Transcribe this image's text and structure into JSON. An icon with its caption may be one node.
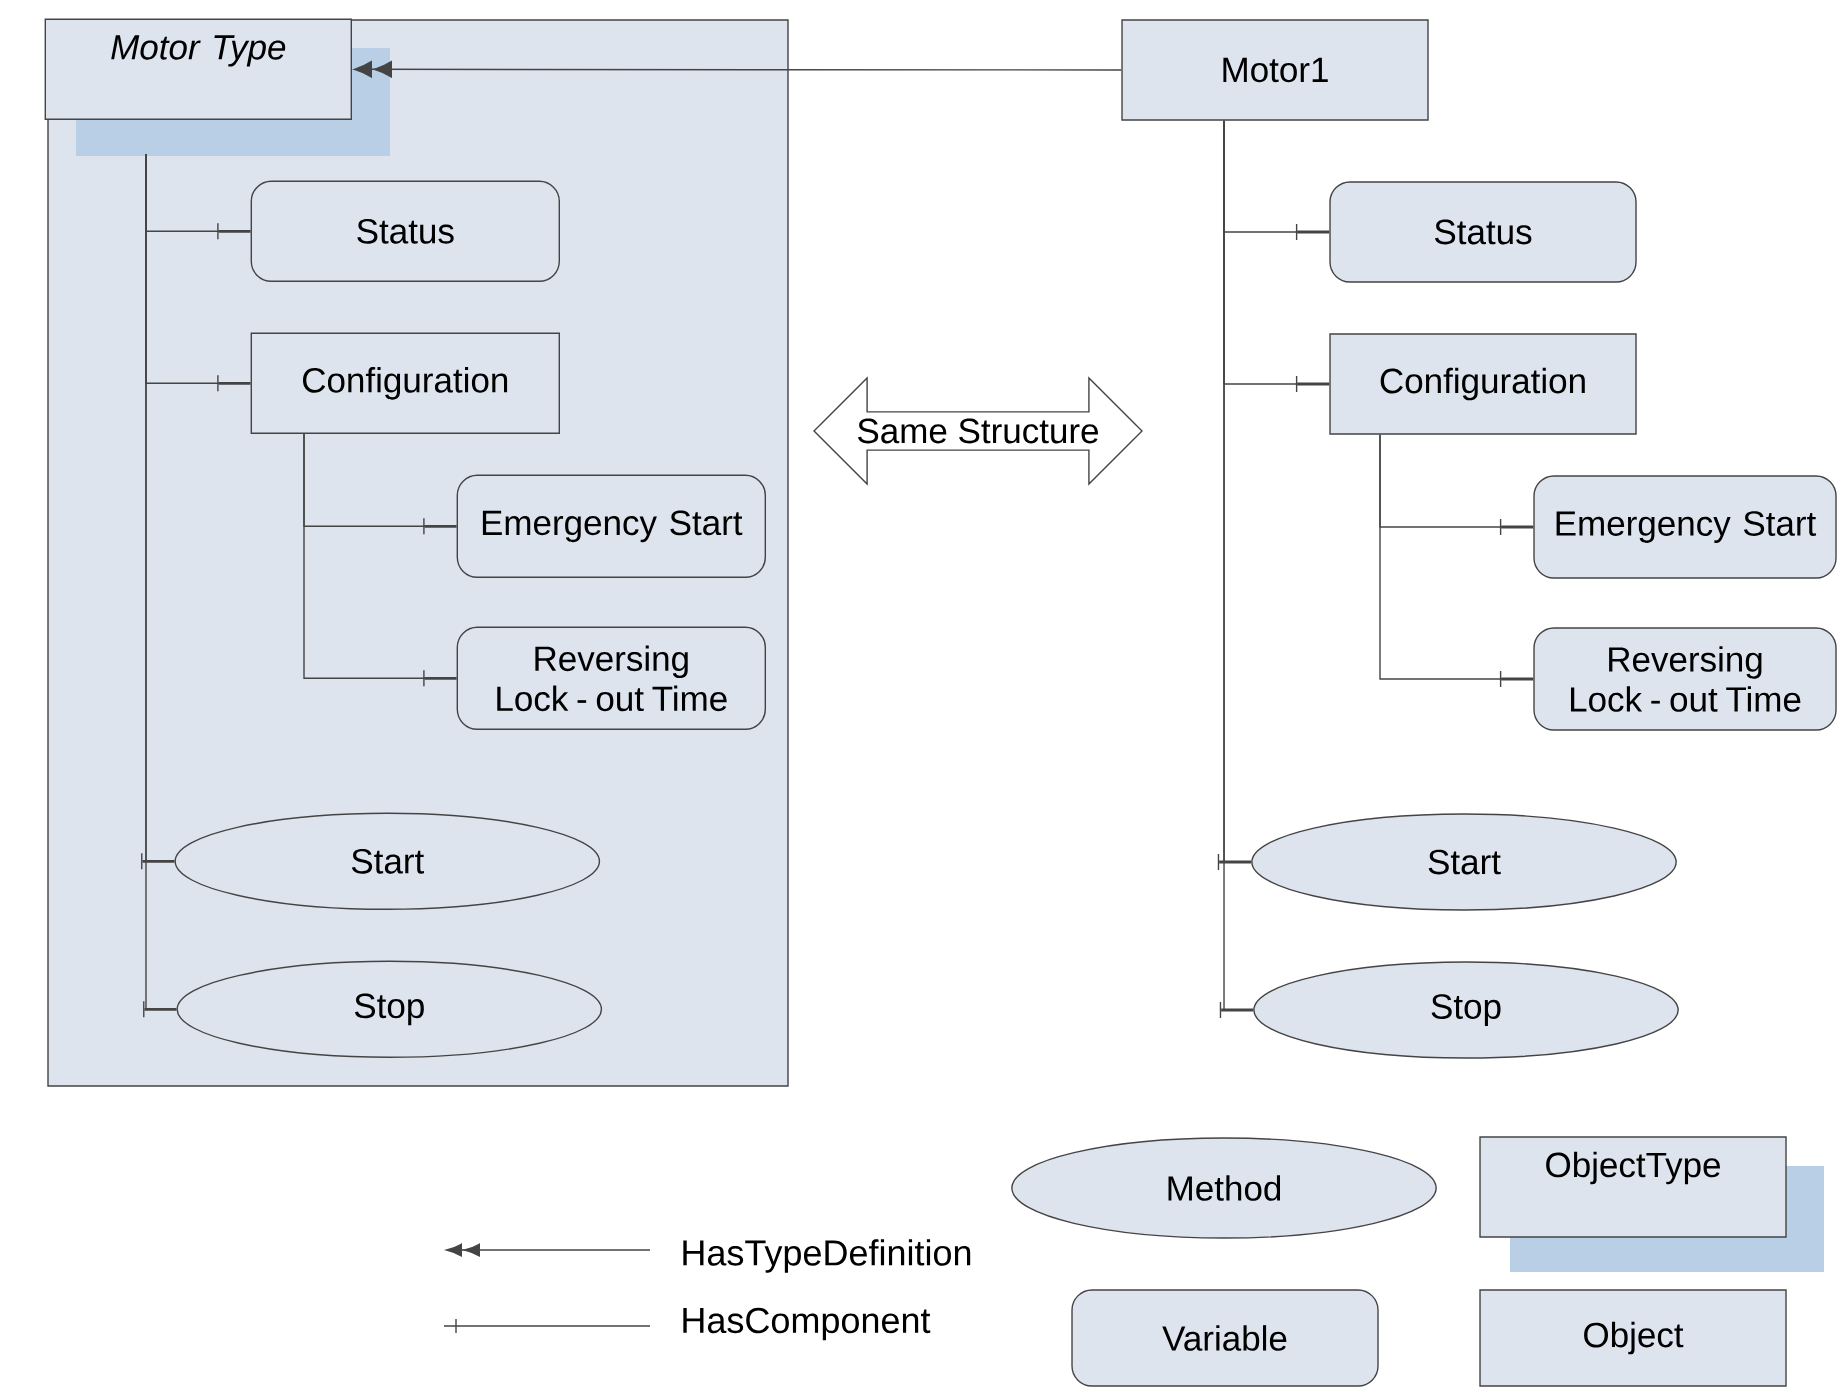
{
  "diagram": {
    "nodes": [
      {
        "text": [],
        "shape": "box"
      },
      {
        "text": [
          "Motor Type"
        ],
        "in": 0
      },
      {
        "text": [
          "Status"
        ],
        "in": 0
      },
      {
        "text": [
          "Configuration"
        ],
        "in": 0
      },
      {
        "text": [
          "Emergency Start"
        ],
        "in": 0
      },
      {
        "text": [
          "Reversing Lock - out Time"
        ],
        "in": 0
      },
      {
        "text": [
          "Start"
        ],
        "in": 0
      },
      {
        "text": [
          "Stop"
        ],
        "in": 0
      },
      {
        "text": [
          "Motor1"
        ]
      },
      {
        "text": [
          "Status"
        ]
      },
      {
        "text": [
          "Configuration"
        ]
      },
      {
        "text": [
          "Emergency Start"
        ]
      },
      {
        "text": [
          "Reversing Lock - out Time"
        ]
      },
      {
        "text": [
          "Start"
        ]
      },
      {
        "text": [
          "Stop"
        ]
      },
      {
        "text": [
          "Same Structure"
        ]
      },
      {
        "text": [
          "Method"
        ]
      },
      {
        "text": [
          "ObjectType"
        ]
      },
      {
        "text": [
          "Variable"
        ]
      },
      {
        "text": [
          "Object"
        ]
      }
    ],
    "edges": [
      {
        "from": 8,
        "to": 1,
        "arrow": "to"
      },
      {
        "from": 1,
        "to": 2,
        "arrow": "other"
      },
      {
        "from": 1,
        "to": 3,
        "arrow": "other"
      },
      {
        "from": 3,
        "to": 4,
        "arrow": "other"
      },
      {
        "from": 3,
        "to": 5,
        "arrow": "other"
      },
      {
        "from": 1,
        "to": 6,
        "arrow": "other"
      },
      {
        "from": 1,
        "to": 7,
        "arrow": "other"
      },
      {
        "from": 8,
        "to": 9,
        "arrow": "other"
      },
      {
        "from": 8,
        "to": 10,
        "arrow": "other"
      },
      {
        "from": 10,
        "to": 11,
        "arrow": "other"
      },
      {
        "from": 10,
        "to": 12,
        "arrow": "other"
      },
      {
        "from": 8,
        "to": 13,
        "arrow": "other"
      },
      {
        "from": 8,
        "to": 14,
        "arrow": "other"
      }
    ],
    "legend": [
      {
        "text": "HasTypeDefinition"
      },
      {
        "text": "HasComponent"
      }
    ]
  }
}
